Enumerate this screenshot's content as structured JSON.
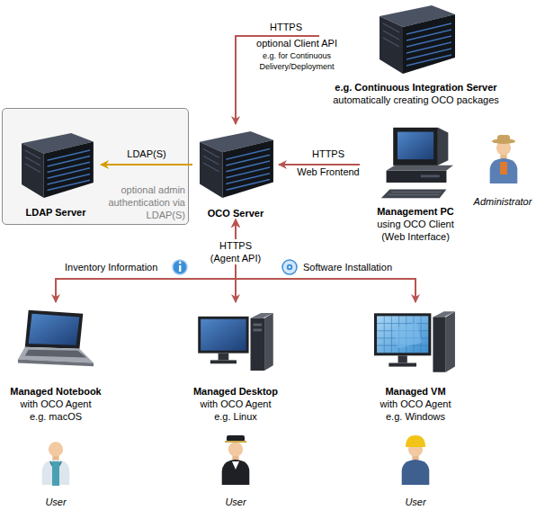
{
  "diagram": {
    "nodes": [
      {
        "text": [
          "e.g. Continuous Integration Server",
          "automatically creating OCO packages"
        ]
      },
      {
        "text": [
          "optional admin authentication via LDAP(S)"
        ]
      },
      {
        "text": [
          "LDAP Server"
        ],
        "in": 1
      },
      {
        "text": [
          "OCO Server"
        ]
      },
      {
        "text": [
          "Management PC",
          "using OCO Client (Web Interface)"
        ]
      },
      {
        "text": [
          "Managed Notebook",
          "with OCO Agent e.g. macOS"
        ]
      },
      {
        "text": [
          "Managed Desktop",
          "with OCO Agent e.g. Linux"
        ]
      },
      {
        "text": [
          "Managed VM",
          "with OCO Agent e.g. Windows"
        ]
      }
    ],
    "edges": [
      {
        "from": 0,
        "to": 3,
        "arrow": "to",
        "label": "HTTPS"
      },
      {
        "from": 3,
        "to": 2,
        "arrow": "to",
        "label": "LDAP(S)"
      },
      {
        "from": 4,
        "to": 3,
        "arrow": "to",
        "label": "HTTPS"
      },
      {
        "from": 3,
        "to": 5,
        "arrow": "both"
      },
      {
        "from": 3,
        "to": 6,
        "arrow": "both",
        "label": "HTTPS (Agent API)"
      },
      {
        "from": 3,
        "to": 7,
        "arrow": "both"
      }
    ],
    "labels": [
      "optional Client API",
      "e.g. for Continuous Delivery/Deployment",
      "Web Frontend",
      "Administrator",
      "Inventory Information",
      "Software Installation",
      "User",
      "User",
      "User"
    ]
  }
}
